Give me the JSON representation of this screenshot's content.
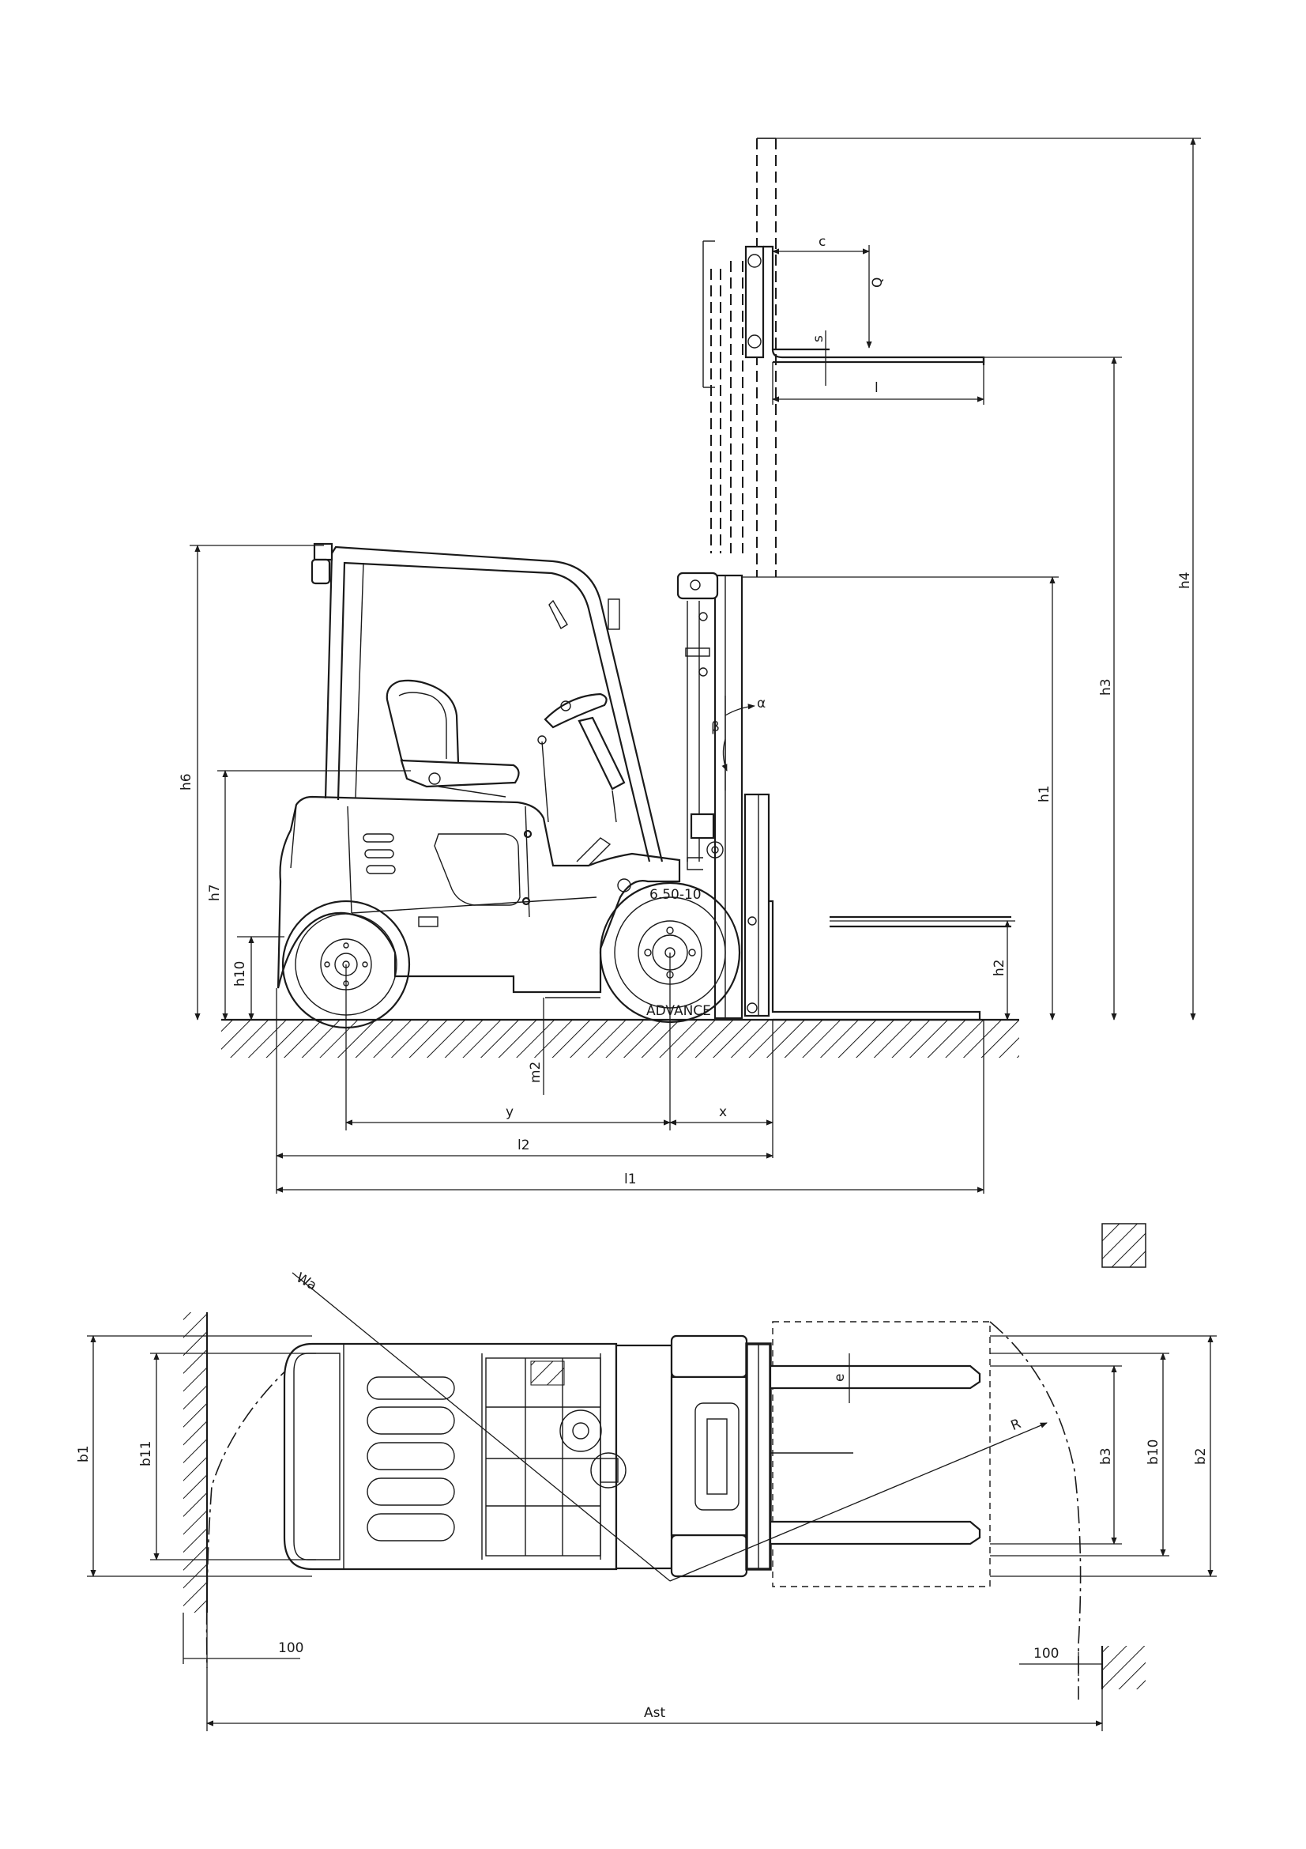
{
  "side_view": {
    "labels": {
      "c": "c",
      "Q": "Q",
      "s": "s",
      "l": "l",
      "h4": "h4",
      "h3": "h3",
      "h1": "h1",
      "h2": "h2",
      "h6": "h6",
      "h7": "h7",
      "h10": "h10",
      "alpha": "α",
      "beta": "β",
      "m2": "m2",
      "y": "y",
      "x": "x",
      "l2": "l2",
      "l1": "l1"
    },
    "tyre_marking": "6.50-10",
    "tyre_brand": "ADVANCE"
  },
  "top_view": {
    "labels": {
      "Wa": "Wa",
      "R": "R",
      "e": "e",
      "b1": "b1",
      "b11": "b11",
      "b3": "b3",
      "b10": "b10",
      "b2": "b2",
      "clearance_left": "100",
      "clearance_right": "100",
      "Ast": "Ast"
    }
  },
  "colors": {
    "line": "#1a1a1a",
    "background": "#ffffff"
  }
}
